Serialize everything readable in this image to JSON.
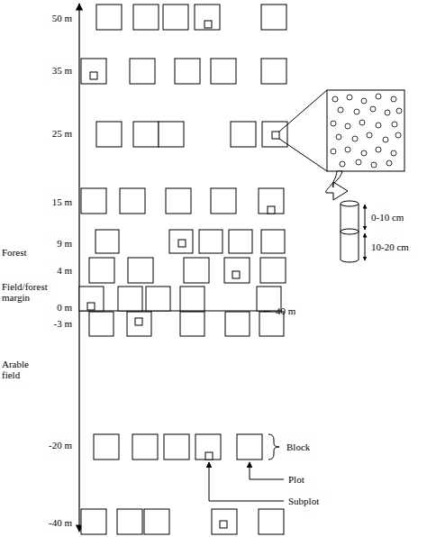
{
  "diagram": {
    "labels": [
      "50 m",
      "35 m",
      "25 m",
      "15 m",
      "9 m",
      "4 m",
      "0 m",
      "-3 m",
      "-20 m",
      "-40 m",
      "Forest",
      "Field/forest margin",
      "Arable field",
      "40 m",
      "0-10 cm",
      "10-20 cm",
      "Block",
      "Plot",
      "Subplot"
    ]
  }
}
